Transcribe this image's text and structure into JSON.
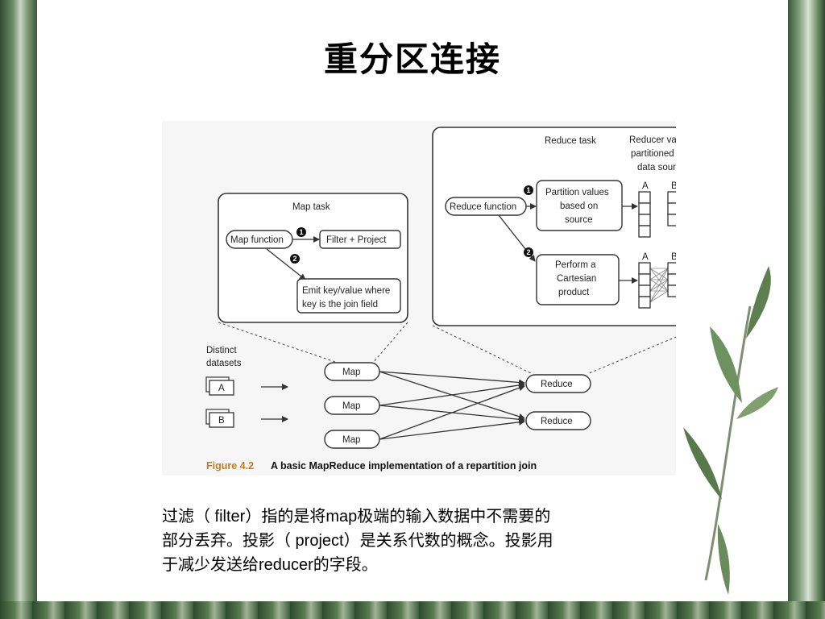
{
  "slide": {
    "title": "重分区连接",
    "description_lines": [
      "过滤（ filter）指的是将map极端的输入数据中不需要的",
      "部分丢弃。投影（ project）是关系代数的概念。投影用",
      "于减少发送给reducer的字段。"
    ]
  },
  "figure": {
    "map_task": {
      "title": "Map task",
      "map_function": "Map function",
      "filter_project": "Filter + Project",
      "emit_line1": "Emit key/value where",
      "emit_line2": "key is the join field",
      "marker1": "1",
      "marker2": "2"
    },
    "reduce_task": {
      "title": "Reduce task",
      "header_line1": "Reducer values",
      "header_line2": "partitioned by",
      "header_line3": "data source",
      "reduce_function": "Reduce function",
      "partition_line1": "Partition values",
      "partition_line2": "based on",
      "partition_line3": "source",
      "cartesian_line1": "Perform a",
      "cartesian_line2": "Cartesian",
      "cartesian_line3": "product",
      "col_a": "A",
      "col_b": "B",
      "col_a2": "A",
      "col_b2": "B",
      "marker1": "1",
      "marker2": "2"
    },
    "datasets": {
      "label_line1": "Distinct",
      "label_line2": "datasets",
      "a": "A",
      "b": "B"
    },
    "nodes": {
      "map1": "Map",
      "map2": "Map",
      "map3": "Map",
      "reduce1": "Reduce",
      "reduce2": "Reduce"
    },
    "caption": {
      "number": "Figure 4.2",
      "text": "A basic MapReduce implementation of a repartition join"
    }
  }
}
